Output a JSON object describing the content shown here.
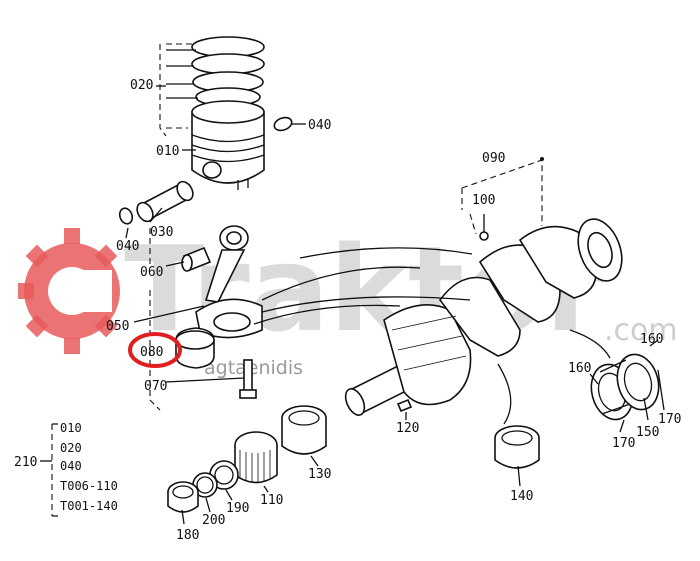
{
  "watermark": {
    "brand": "Traktor",
    "domain_suffix": ".com",
    "subtitle": "agtaenidis",
    "color": "#e85a5a"
  },
  "highlight": {
    "part_number": "080",
    "color": "#e02020"
  },
  "callouts": {
    "p010": "010",
    "p020": "020",
    "p030": "030",
    "p040_top": "040",
    "p040_left": "040",
    "p050": "050",
    "p060": "060",
    "p070": "070",
    "p090": "090",
    "p100": "100",
    "p110": "110",
    "p120": "120",
    "p130": "130",
    "p140": "140",
    "p150": "150",
    "p160_a": "160",
    "p160_b": "160",
    "p170_a": "170",
    "p170_b": "170",
    "p180": "180",
    "p190": "190",
    "p200": "200"
  },
  "kit": {
    "number": "210",
    "items": [
      "010",
      "020",
      "040",
      "T006-110",
      "T001-140"
    ]
  }
}
